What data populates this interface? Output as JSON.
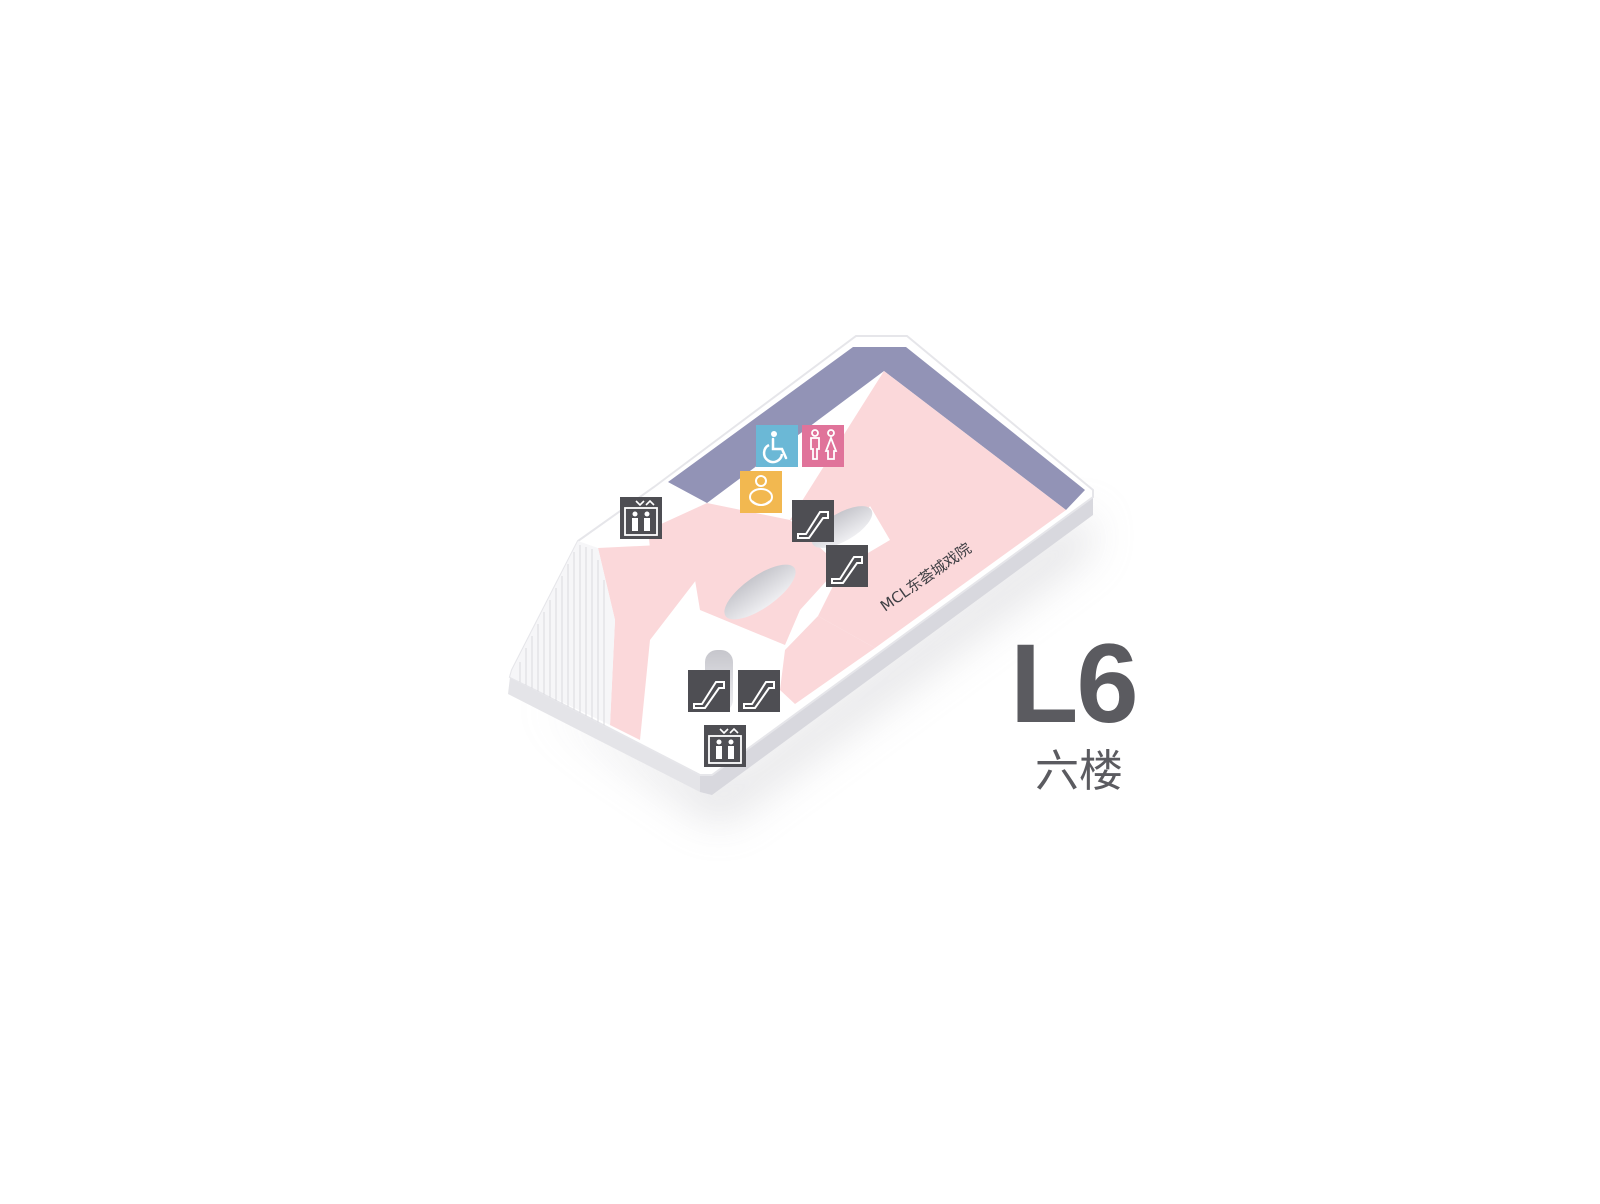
{
  "floor": {
    "code": "L6",
    "name": "六楼"
  },
  "areas": {
    "theater_label": "MCL东荟城戏院"
  },
  "facilities": [
    {
      "type": "accessible-toilet",
      "icon": "wheelchair-icon",
      "color": "#6bb8d6"
    },
    {
      "type": "toilet",
      "icon": "toilet-icon",
      "color": "#e0739a"
    },
    {
      "type": "baby-care-room",
      "icon": "baby-icon",
      "color": "#f2b850"
    },
    {
      "type": "lift",
      "icon": "elevator-icon",
      "color": "#4e4e53"
    },
    {
      "type": "lift",
      "icon": "elevator-icon",
      "color": "#4e4e53"
    },
    {
      "type": "escalator",
      "icon": "escalator-icon",
      "color": "#4e4e53"
    },
    {
      "type": "escalator",
      "icon": "escalator-icon",
      "color": "#4e4e53"
    },
    {
      "type": "escalator",
      "icon": "escalator-icon",
      "color": "#4e4e53"
    },
    {
      "type": "escalator",
      "icon": "escalator-icon",
      "color": "#4e4e53"
    }
  ],
  "colors": {
    "shop": "#fbd8da",
    "service_strip": "#9293b6",
    "floor_base": "#ffffff",
    "slab_edge": "#ececef",
    "icon_dark": "#4e4e53",
    "text": "#5b5b60"
  }
}
